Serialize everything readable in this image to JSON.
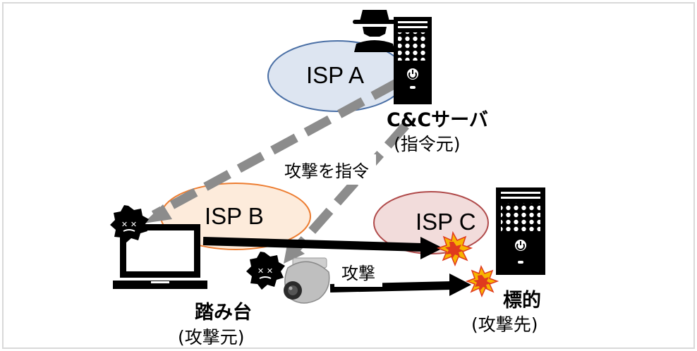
{
  "isps": [
    {
      "name": "ISP A",
      "fill": "#dde5f1",
      "stroke": "#4a6fa5"
    },
    {
      "name": "ISP B",
      "fill": "#fdebdb",
      "stroke": "#ed7d31"
    },
    {
      "name": "ISP C",
      "fill": "#f2dcdb",
      "stroke": "#b04a4a"
    }
  ],
  "cc_server": {
    "title": "C&Cサーバ",
    "subtitle": "(指令元)"
  },
  "command_label": "攻撃を指令",
  "attack_label": "攻撃",
  "stepping_stone": {
    "title": "踏み台",
    "subtitle": "(攻撃元)"
  },
  "target": {
    "title": "標的",
    "subtitle": "(攻撃先)"
  },
  "icons": [
    "hacker-icon",
    "cc-server-icon",
    "target-server-icon",
    "laptop-icon",
    "camera-icon",
    "malware-icon",
    "explosion-icon"
  ],
  "colors": {
    "command_arrow": "#8c8c8c",
    "attack_arrow": "#000000",
    "explosion": "#f7b500",
    "explosion_core": "#e03a1e",
    "frame": "#d9d9d9"
  }
}
